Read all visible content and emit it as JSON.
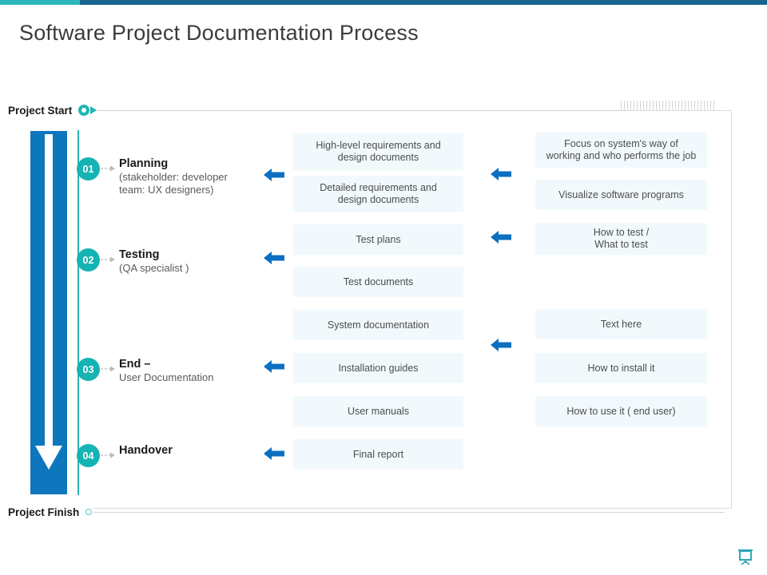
{
  "theme": {
    "accent_blue": "#0d76bd",
    "accent_teal": "#16b3b3",
    "topbar_dark": "#18658f",
    "topbar_teal": "#2bb7bd",
    "box_bg": "#f1f9fd",
    "text_dark": "#1a1a1a",
    "text_muted": "#5a5a5a"
  },
  "header": {
    "title": "Software Project Documentation Process"
  },
  "milestones": {
    "start_label": "Project Start",
    "finish_label": "Project Finish"
  },
  "stages": [
    {
      "number": "01",
      "title": "Planning",
      "subtitle": "(stakeholder: developer\nteam: UX designers)"
    },
    {
      "number": "02",
      "title": "Testing",
      "subtitle": "(QA specialist )"
    },
    {
      "number": "03",
      "title": "End –",
      "subtitle": "User Documentation"
    },
    {
      "number": "04",
      "title": "Handover",
      "subtitle": ""
    }
  ],
  "deliverables": [
    {
      "text": "High-level  requirements  and\ndesign documents"
    },
    {
      "text": "Detailed requirements  and\ndesign documents"
    },
    {
      "text": "Test plans"
    },
    {
      "text": "Test documents"
    },
    {
      "text": "System documentation"
    },
    {
      "text": "Installation  guides"
    },
    {
      "text": "User manuals"
    },
    {
      "text": "Final report"
    }
  ],
  "descriptions": [
    {
      "text": "Focus on system's way of\nworking and who performs  the job"
    },
    {
      "text": "Visualize software  programs"
    },
    {
      "text": "How to test /\nWhat to test"
    },
    {
      "text": "Text here"
    },
    {
      "text": "How to install it"
    },
    {
      "text": "How to use it ( end user)"
    }
  ],
  "icons": {
    "start_marker": "target-dot-icon",
    "start_caret": "play-triangle-icon",
    "finish_marker": "circle-outline-icon",
    "flow_arrow": "down-arrow-icon",
    "mini_arrow": "left-arrow-icon",
    "corner_logo": "presentation-board-icon"
  }
}
